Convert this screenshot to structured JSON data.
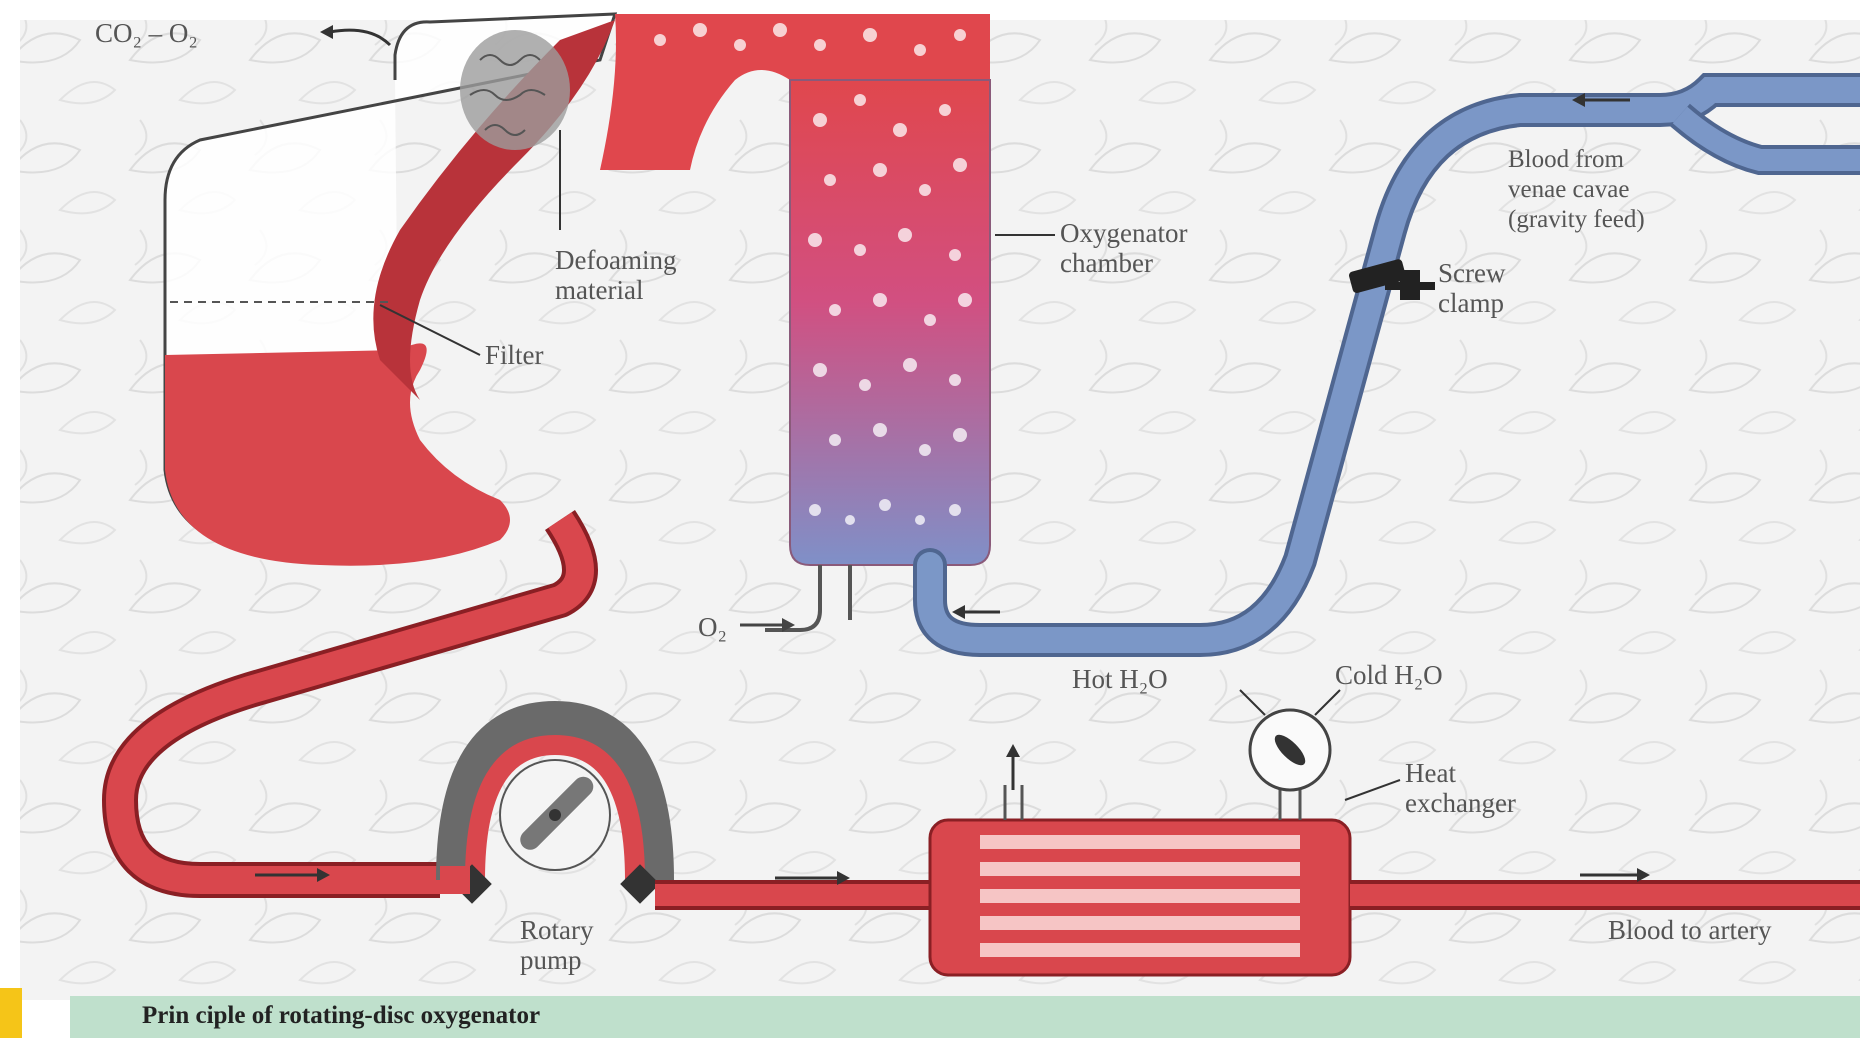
{
  "labels": {
    "co2_o2": "CO₂ – O₂",
    "defoaming": "Defoaming\nmaterial",
    "filter": "Filter",
    "oxygenator_chamber": "Oxygenator\nchamber",
    "blood_from_venae": "Blood from\nvenae cavae\n(gravity feed)",
    "screw_clamp": "Screw\nclamp",
    "o2_in": "O₂",
    "hot_h2o": "Hot H₂O",
    "cold_h2o": "Cold H₂O",
    "heat_exchanger": "Heat\nexchanger",
    "rotary_pump": "Rotary\npump",
    "blood_to_artery": "Blood to artery"
  },
  "caption": "Prin ciple of rotating-disc oxygenator",
  "colors": {
    "arterial": "#d9474d",
    "venous": "#6f8fc0",
    "tube_outline": "#8a1f24",
    "background_pattern": "#e6e6e6"
  }
}
